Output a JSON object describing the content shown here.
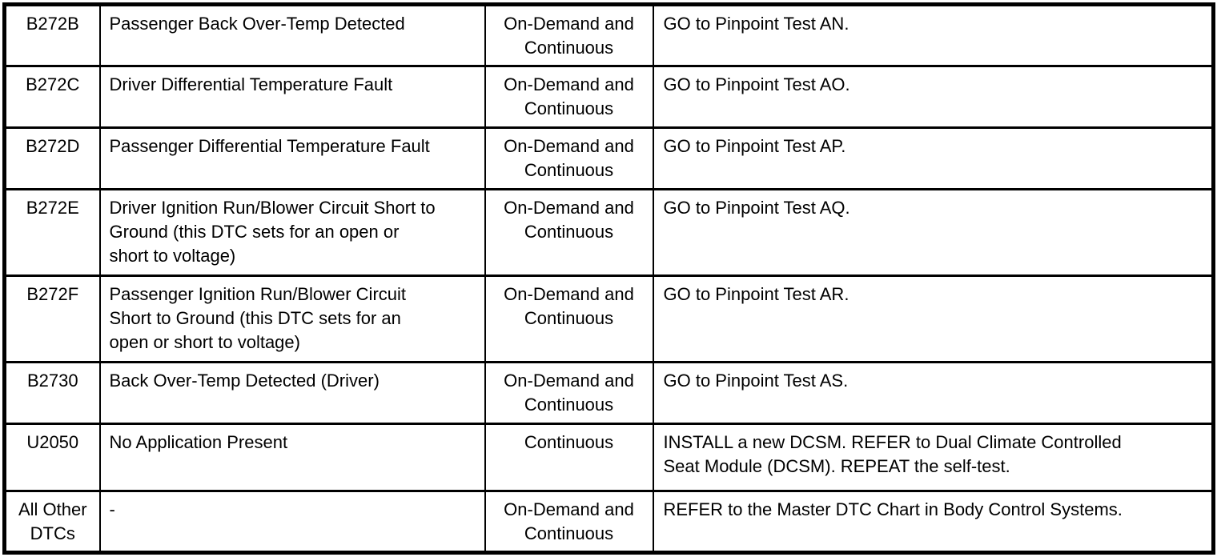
{
  "page": {
    "background_color": "#ffffff",
    "border_color": "#000000",
    "text_color": "#000000"
  },
  "table": {
    "name": "dtc-index-chart",
    "columns": [
      "dtc",
      "description",
      "test_type",
      "action"
    ],
    "rows": [
      {
        "dtc": "B272B",
        "description": "Passenger Back Over-Temp Detected",
        "test_type": "On-Demand and\nContinuous",
        "action": "GO to Pinpoint Test AN."
      },
      {
        "dtc": "B272C",
        "description": "Driver Differential Temperature Fault",
        "test_type": "On-Demand and\nContinuous",
        "action": "GO to Pinpoint Test AO."
      },
      {
        "dtc": "B272D",
        "description": "Passenger Differential Temperature Fault",
        "test_type": "On-Demand and\nContinuous",
        "action": "GO to Pinpoint Test AP."
      },
      {
        "dtc": "B272E",
        "description": "Driver Ignition Run/Blower Circuit Short to\nGround (this DTC sets for an open or\nshort to voltage)",
        "test_type": "On-Demand and\nContinuous",
        "action": "GO to Pinpoint Test AQ."
      },
      {
        "dtc": "B272F",
        "description": "Passenger Ignition Run/Blower Circuit\nShort to Ground (this DTC sets for an\nopen or short to voltage)",
        "test_type": "On-Demand and\nContinuous",
        "action": "GO to Pinpoint Test AR."
      },
      {
        "dtc": "B2730",
        "description": "Back Over-Temp Detected (Driver)",
        "test_type": "On-Demand and\nContinuous",
        "action": "GO to Pinpoint Test AS."
      },
      {
        "dtc": "U2050",
        "description": "No Application Present",
        "test_type": "Continuous",
        "action": "INSTALL a new DCSM. REFER to Dual Climate Controlled\nSeat Module (DCSM). REPEAT the self-test."
      },
      {
        "dtc": "All Other\nDTCs",
        "description": "-",
        "test_type": "On-Demand and\nContinuous",
        "action": "REFER to the Master DTC Chart in Body Control Systems."
      }
    ]
  }
}
